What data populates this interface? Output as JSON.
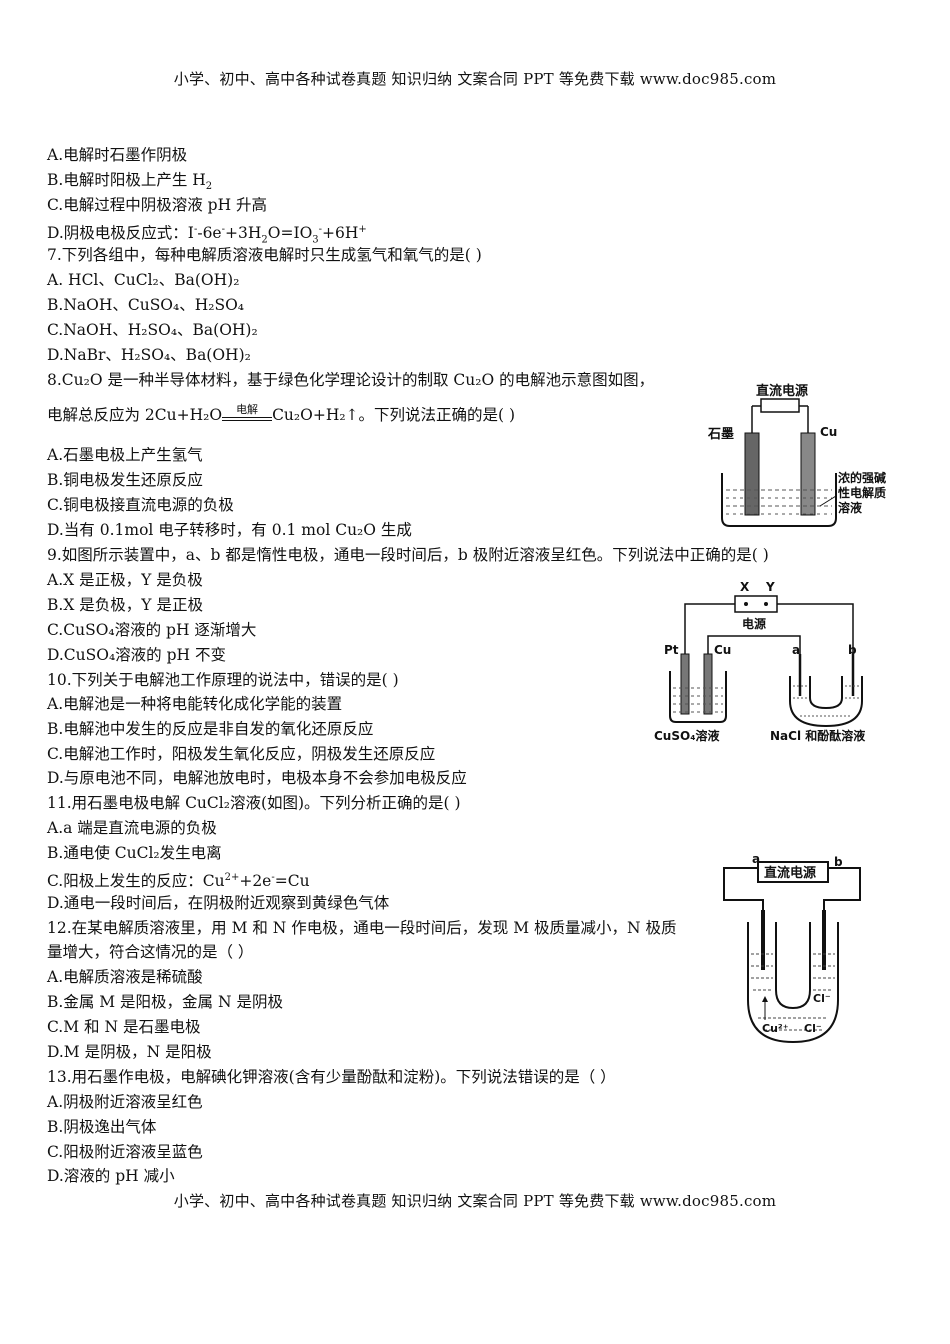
{
  "header": "小学、初中、高中各种试卷真题 知识归纳 文案合同 PPT 等免费下载   www.doc985.com",
  "footer": "小学、初中、高中各种试卷真题 知识归纳 文案合同 PPT 等免费下载   www.doc985.com",
  "q6_options": {
    "A": "A.电解时石墨作阴极",
    "B": "B.电解时阳极上产生 H",
    "B_sub": "2",
    "C": "C.电解过程中阴极溶液 pH 升高",
    "D_pre": "D.阴极电极反应式：I",
    "D_mid1": "-6e",
    "D_mid2": "+3H",
    "D_mid3": "O=IO",
    "D_mid4": "+6H"
  },
  "q7": {
    "stem": "7.下列各组中，每种电解质溶液电解时只生成氢气和氧气的是(   )",
    "A": "A. HCl、CuCl₂、Ba(OH)₂",
    "B": "B.NaOH、CuSO₄、H₂SO₄",
    "C": "C.NaOH、H₂SO₄、Ba(OH)₂",
    "D": "D.NaBr、H₂SO₄、Ba(OH)₂"
  },
  "q8": {
    "stem1": "8.Cu₂O 是一种半导体材料，基于绿色化学理论设计的制取 Cu₂O 的电解池示意图如图，",
    "stem2_pre": "电解总反应为 2Cu+H₂O",
    "arrow_cond": "电解",
    "stem2_post": "Cu₂O+H₂↑。下列说法正确的是(    )",
    "A": "A.石墨电极上产生氢气",
    "B": "B.铜电极发生还原反应",
    "C": "C.铜电极接直流电源的负极",
    "D": "D.当有 0.1mol 电子转移时，有 0.1 mol Cu₂O 生成",
    "fig": {
      "power": "直流电源",
      "left": "石墨",
      "right": "Cu",
      "sol1": "浓的强碱",
      "sol2": "性电解质",
      "sol3": "溶液"
    }
  },
  "q9": {
    "stem": "9.如图所示装置中，a、b 都是惰性电极，通电一段时间后，b 极附近溶液呈红色。下列说法中正确的是(    )",
    "A": "A.X 是正极，Y 是负极",
    "B": "B.X 是负极，Y 是正极",
    "C": "C.CuSO₄溶液的 pH 逐渐增大",
    "D": "D.CuSO₄溶液的 pH 不变",
    "fig": {
      "x": "X",
      "y": "Y",
      "power": "电源",
      "pt": "Pt",
      "cu": "Cu",
      "a": "a",
      "b": "b",
      "left_sol": "CuSO₄溶液",
      "right_sol": "NaCl 和酚酞溶液"
    }
  },
  "q10": {
    "stem": "10.下列关于电解池工作原理的说法中，错误的是(    )",
    "A": "A.电解池是一种将电能转化成化学能的装置",
    "B": "B.电解池中发生的反应是非自发的氧化还原反应",
    "C": "C.电解池工作时，阳极发生氧化反应，阴极发生还原反应",
    "D": "D.与原电池不同，电解池放电时，电极本身不会参加电极反应"
  },
  "q11": {
    "stem": "11.用石墨电极电解 CuCl₂溶液(如图)。下列分析正确的是(   )",
    "A": "A.a 端是直流电源的负极",
    "B": "B.通电使 CuCl₂发生电离",
    "C_pre": "C.阳极上发生的反应：Cu",
    "C_sup1": "2+",
    "C_mid": "+2e",
    "C_sup2": "-",
    "C_post": "=Cu",
    "D": "D.通电一段时间后，在阴极附近观察到黄绿色气体",
    "fig": {
      "a": "a",
      "b": "b",
      "power": "直流电源",
      "cl1": "Cl⁻",
      "cu": "Cu²⁺",
      "cl2": "Cl⁻"
    }
  },
  "q12": {
    "stem1": "12.在某电解质溶液里，用 M 和 N 作电极，通电一段时间后，发现 M 极质量减小，N 极质",
    "stem2": "量增大，符合这情况的是（   ）",
    "A": "A.电解质溶液是稀硫酸",
    "B": "B.金属 M 是阳极，金属 N 是阴极",
    "C": "C.M 和 N 是石墨电极",
    "D": "D.M 是阴极，N 是阳极"
  },
  "q13": {
    "stem": "13.用石墨作电极，电解碘化钾溶液(含有少量酚酞和淀粉)。下列说法错误的是（   ）",
    "A": "A.阴极附近溶液呈红色",
    "B": "B.阴极逸出气体",
    "C": "C.阳极附近溶液呈蓝色",
    "D": "D.溶液的 pH 减小"
  }
}
